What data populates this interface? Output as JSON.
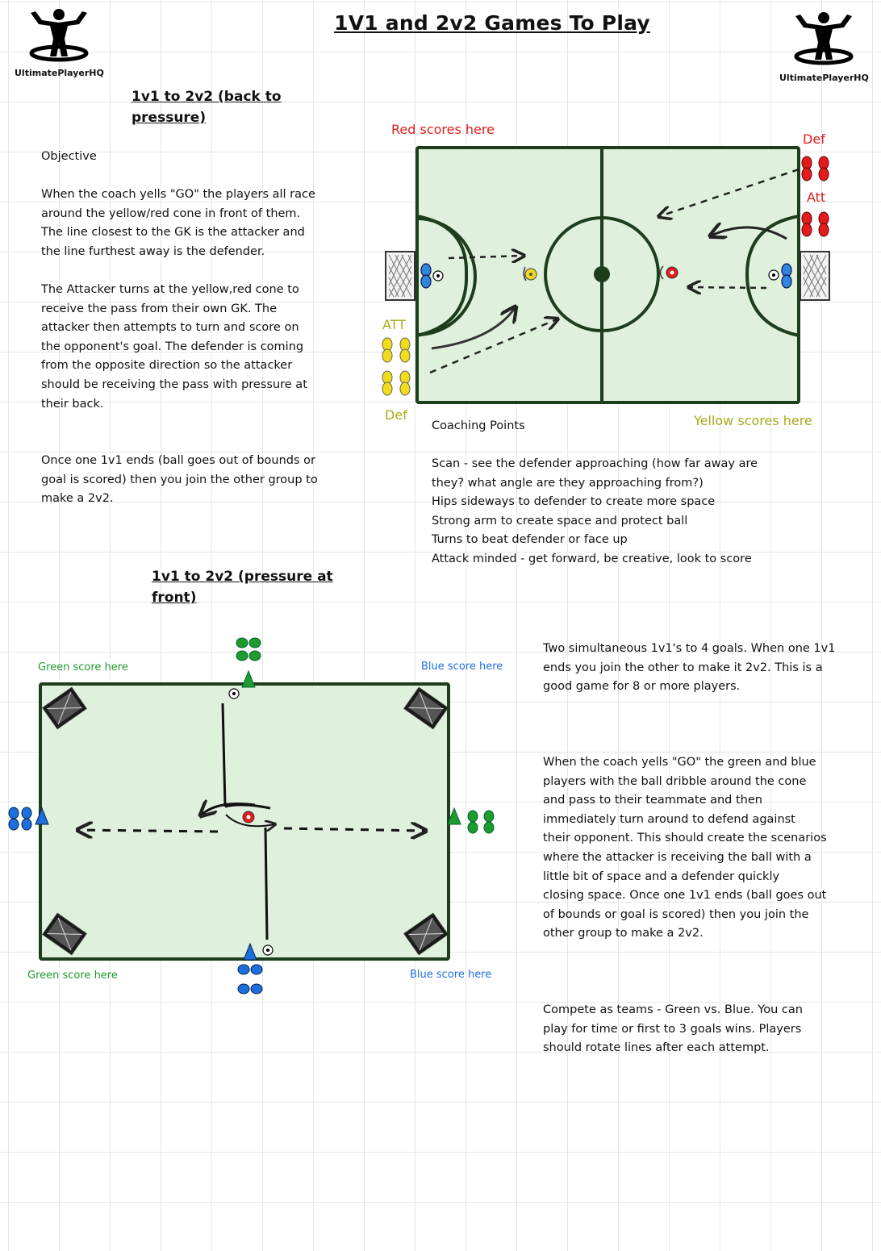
{
  "page": {
    "title": "1V1 and 2v2 Games To Play",
    "brand": "UltimatePlayerHQ"
  },
  "section1": {
    "heading_line1": "1v1 to 2v2 (back to",
    "heading_line2": "pressure)",
    "objective_label": "Objective",
    "para1": [
      "When the coach yells \"GO\" the players all race",
      "around the yellow/red cone in front of them.",
      "The line closest to the GK is the attacker and",
      "the line furthest away is the defender."
    ],
    "para2": [
      "The Attacker turns at the yellow,red cone to",
      "receive the pass from their own GK. The",
      "attacker then attempts to turn and score on",
      "the opponent's goal. The defender is coming",
      "from the opposite direction so the attacker",
      "should be receiving the pass with pressure at",
      "their back."
    ],
    "para3": [
      "Once one 1v1 ends (ball goes out of bounds or",
      "goal is scored) then you join the other group to",
      "make a 2v2."
    ],
    "diagram": {
      "red_scores": "Red scores here",
      "yellow_scores": "Yellow scores here",
      "def_red": "Def",
      "att_red": "Att",
      "att_yellow": "ATT",
      "def_yellow": "Def",
      "colors": {
        "red": "#e31b1b",
        "yellow": "#e6cf12",
        "label_yellow": "#a8a81a",
        "pitch": "#dff0dc",
        "line": "#1d3d1d"
      }
    },
    "coaching_label": "Coaching Points",
    "coaching_points": [
      "Scan - see the defender approaching (how far away are",
      "they? what angle are they approaching from?)",
      "Hips sideways to defender to create more space",
      "Strong arm to create space and protect ball",
      "Turns to beat defender or face up",
      "Attack minded - get forward, be creative, look to score"
    ]
  },
  "section2": {
    "heading_line1": "1v1 to 2v2 (pressure at",
    "heading_line2": "front)",
    "diagram": {
      "green_top": "Green score here",
      "blue_top": "Blue score here",
      "green_bottom": "Green score here",
      "blue_bottom": "Blue score here",
      "colors": {
        "green": "#1f9a2c",
        "blue": "#1d6fe0",
        "pitch": "#dff0dc"
      }
    },
    "para1": [
      "Two simultaneous 1v1's to 4 goals. When one 1v1",
      "ends you join the other to make it 2v2. This is a",
      "good game for 8 or more players."
    ],
    "para2": [
      "When the coach yells \"GO\" the green and blue",
      "players with the ball dribble around the cone",
      "and pass to their teammate and then",
      "immediately turn around to defend against",
      "their opponent. This should create the scenarios",
      "where the attacker is receiving the ball with a",
      "little bit of space and a defender quickly",
      "closing space. Once one 1v1 ends (ball goes out",
      "of bounds or goal is scored) then you join the",
      "other group to make a 2v2."
    ],
    "para3": [
      "Compete as teams - Green vs. Blue. You can",
      "play for time or first to 3 goals wins. Players",
      "should rotate lines after each attempt."
    ]
  }
}
